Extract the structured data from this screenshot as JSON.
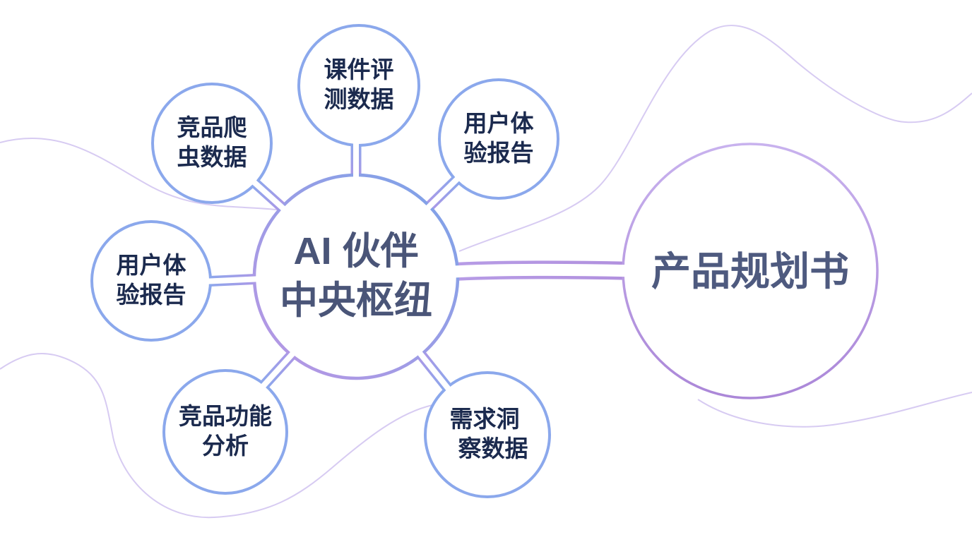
{
  "diagram": {
    "hub": {
      "label_line1": "AI 伙伴",
      "label_line2": "中央枢纽",
      "text_color": "#4a5578"
    },
    "output": {
      "label": "产品规划书",
      "text_color": "#4e5a7f"
    },
    "nodes": [
      {
        "name": "courseware-evaluation-data",
        "line1": "课件评",
        "line2": "测数据"
      },
      {
        "name": "competitor-crawler-data",
        "line1": "竞品爬",
        "line2": "虫数据"
      },
      {
        "name": "user-experience-report",
        "line1": "用户体",
        "line2": "验报告"
      },
      {
        "name": "user-experience-report-2",
        "line1": "用户体",
        "line2": "验报告"
      },
      {
        "name": "competitor-feature-analysis",
        "line1": "竞品功能",
        "line2": "分析"
      },
      {
        "name": "demand-insight-data",
        "line1": "需求洞",
        "line2": "察数据"
      }
    ],
    "colors": {
      "node_stroke": "#8ba8ec",
      "node_text": "#1b2a4e",
      "hub_gradient_start": "#7ca3e8",
      "hub_gradient_end": "#b697e4",
      "output_gradient_start": "#c8b2ee",
      "output_gradient_end": "#ab87d8",
      "stem_blue": "#8ba8ec",
      "stem_purple": "#ad97e6",
      "tube_purple_start": "#b79ce6",
      "tube_purple_end": "#b190de",
      "decorative_line": "#d7cbf2"
    }
  }
}
